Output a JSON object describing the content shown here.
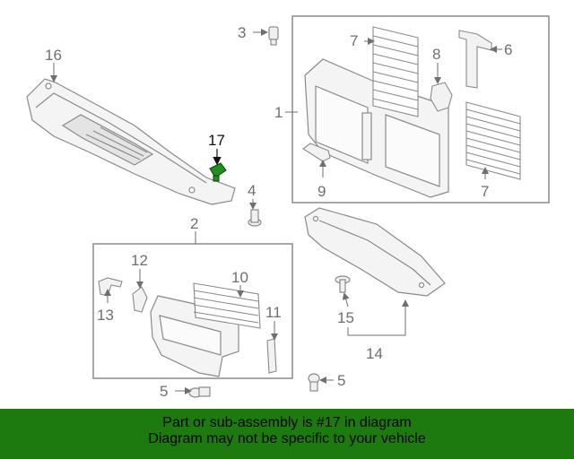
{
  "callouts": {
    "c1": "1",
    "c2": "2",
    "c3": "3",
    "c4": "4",
    "c5a": "5",
    "c5b": "5",
    "c6": "6",
    "c7a": "7",
    "c7b": "7",
    "c8": "8",
    "c9": "9",
    "c10": "10",
    "c11": "11",
    "c12": "12",
    "c13": "13",
    "c14": "14",
    "c15": "15",
    "c16": "16",
    "c17": "17"
  },
  "highlight_part": "17",
  "footer": {
    "line1": "Part or sub-assembly is #17 in diagram",
    "line2": "Diagram may not be specific to your vehicle"
  },
  "colors": {
    "footer_bg": "#1c7a0e",
    "highlight_part": "#1f8f1f",
    "line_art": "#8a8a8a"
  }
}
